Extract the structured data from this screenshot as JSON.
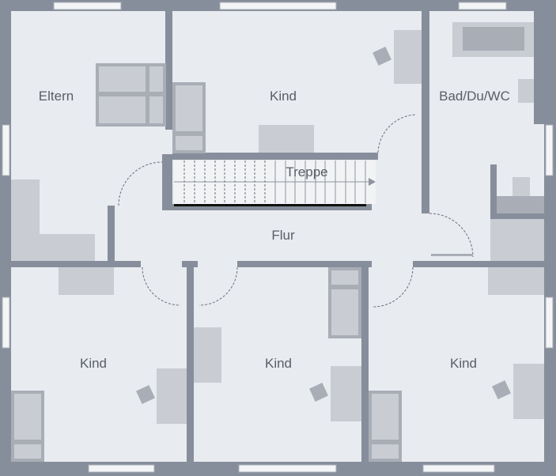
{
  "rooms": {
    "eltern": "Eltern",
    "kind_top": "Kind",
    "bad": "Bad/Du/WC",
    "treppe": "Treppe",
    "flur": "Flur",
    "kind_bottom_left": "Kind",
    "kind_bottom_middle": "Kind",
    "kind_bottom_right": "Kind"
  },
  "colors": {
    "wall": "#878e9b",
    "floor": "#e8ebef",
    "furniture": "#c9ccd3",
    "text": "#5a5e66"
  }
}
